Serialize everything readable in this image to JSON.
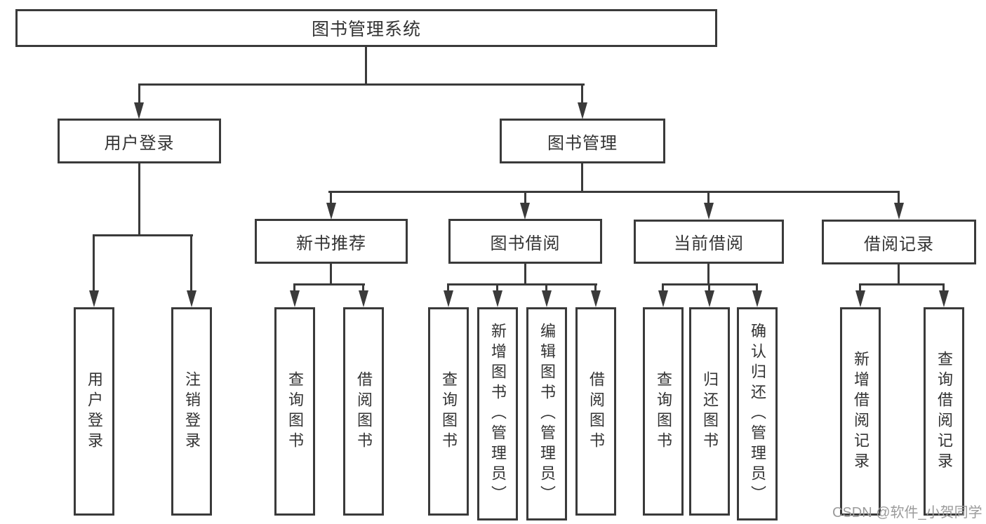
{
  "diagram": {
    "type": "hierarchy-tree",
    "title": "图书管理系统",
    "colors": {
      "line": "#3a3a3a",
      "text": "#333333",
      "background": "#ffffff",
      "watermark": "#9b9b9b"
    },
    "nodes": {
      "root": "图书管理系统",
      "user_login": "用户登录",
      "book_mgmt": "图书管理",
      "new_book_rec": "新书推荐",
      "book_borrow": "图书借阅",
      "current_borrow": "当前借阅",
      "borrow_record": "借阅记录",
      "leaf_user_login": "用户登录",
      "leaf_logout": "注销登录",
      "nb_query": "查询图书",
      "nb_borrow": "借阅图书",
      "bb_query": "查询图书",
      "bb_add": "新增图书（管理员）",
      "bb_edit": "编辑图书（管理员）",
      "bb_borrow": "借阅图书",
      "cb_query": "查询图书",
      "cb_return": "归还图书",
      "cb_confirm": "确认归还（管理员）",
      "br_add": "新增借阅记录",
      "br_query": "查询借阅记录"
    },
    "hierarchy": {
      "图书管理系统": {
        "用户登录": [
          "用户登录",
          "注销登录"
        ],
        "图书管理": {
          "新书推荐": [
            "查询图书",
            "借阅图书"
          ],
          "图书借阅": [
            "查询图书",
            "新增图书（管理员）",
            "编辑图书（管理员）",
            "借阅图书"
          ],
          "当前借阅": [
            "查询图书",
            "归还图书",
            "确认归还（管理员）"
          ],
          "借阅记录": [
            "新增借阅记录",
            "查询借阅记录"
          ]
        }
      }
    },
    "watermark": "CSDN @软件_小贺同学"
  }
}
